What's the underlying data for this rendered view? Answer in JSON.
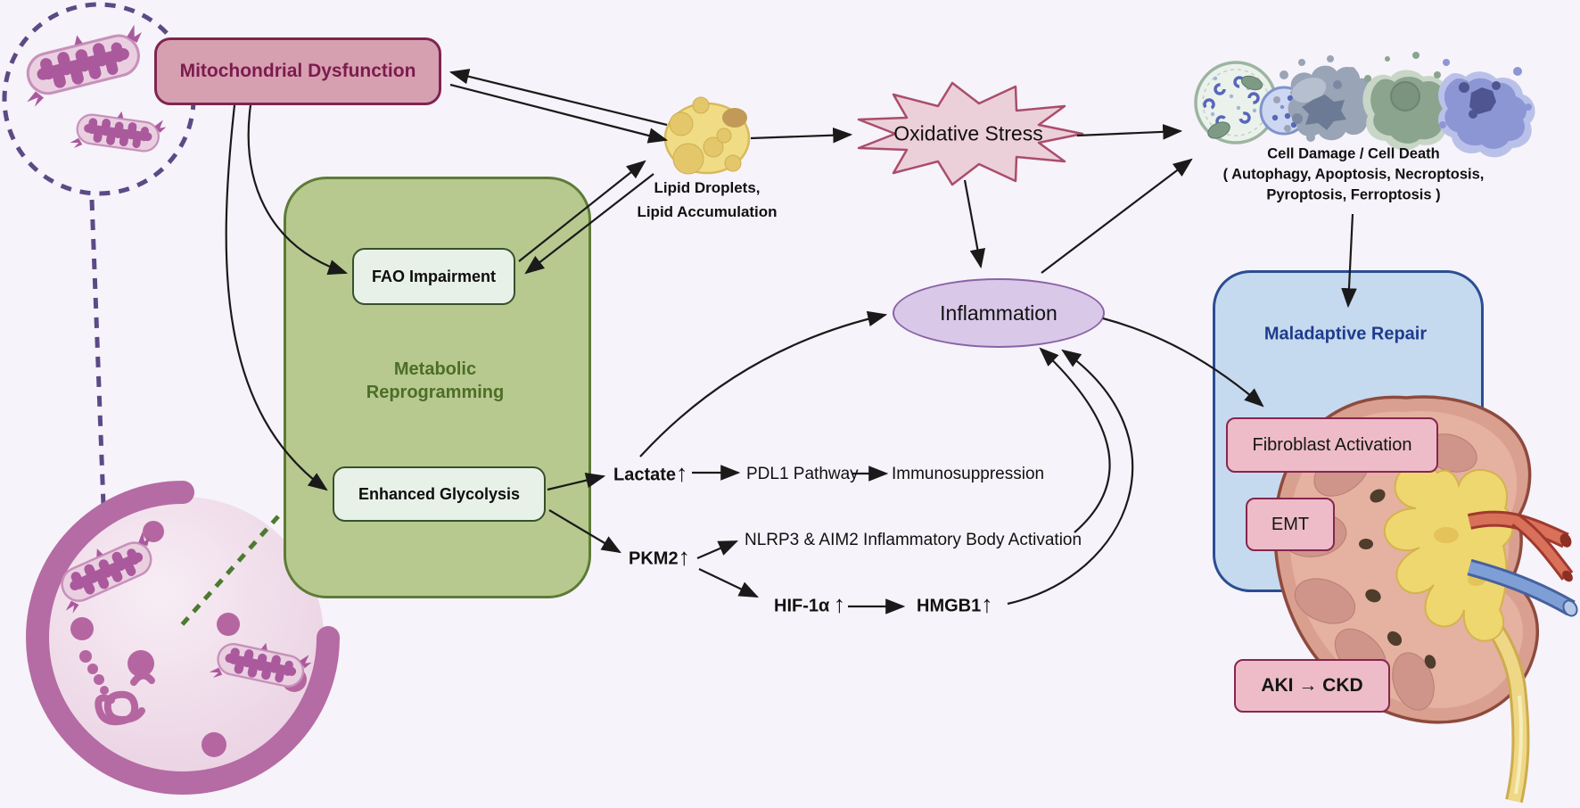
{
  "background": "#f6f3fa",
  "boxes": {
    "mitochondrial_dysfunction": "Mitochondrial Dysfunction",
    "fao_impairment": "FAO Impairment",
    "metabolic_reprogramming_line1": "Metabolic",
    "metabolic_reprogramming_line2": "Reprogramming",
    "enhanced_glycolysis": "Enhanced Glycolysis",
    "maladaptive_repair": "Maladaptive Repair",
    "fibroblast_activation": "Fibroblast Activation",
    "emt": "EMT",
    "aki_ckd": "AKI → CKD"
  },
  "nodes": {
    "lipid_line1": "Lipid Droplets,",
    "lipid_line2": "Lipid Accumulation",
    "oxidative_stress": "Oxidative Stress",
    "inflammation": "Inflammation",
    "cell_damage_line1": "Cell Damage / Cell Death",
    "cell_damage_line2": "( Autophagy, Apoptosis, Necroptosis,",
    "cell_damage_line3": "Pyroptosis, Ferroptosis )"
  },
  "pathway": {
    "lactate": "Lactate",
    "lactate_up": "↑",
    "pdl1": "PDL1 Pathway",
    "immunosuppression": "Immunosuppression",
    "pkm2": "PKM2",
    "pkm2_up": "↑",
    "nlrp3": "NLRP3 & AIM2 Inflammatory Body Activation",
    "hif1a": "HIF-1α",
    "hif1a_up": "↑",
    "hmgb1": "HMGB1",
    "hmgb1_up": "↑"
  },
  "icons": {
    "damaged_mitochondria": "mitochondria-icon",
    "injured_cell": "injured-cell-icon",
    "lipid_droplet_cell": "lipid-droplet-cell-icon",
    "autophagy_cell": "autophagy-cell-icon",
    "apoptosis_cell": "apoptosis-cell-icon",
    "necroptosis_cell": "necroptosis-cell-icon",
    "ferroptosis_cell": "ferroptosis-cell-icon",
    "kidney": "kidney-icon",
    "oxidative_burst": "burst-icon"
  },
  "colors": {
    "pink_box_fill": "#d7a0b1",
    "pink_box_border": "#7e2550",
    "pink_small_fill": "#edbcc8",
    "green_panel_fill": "#b7c98f",
    "green_panel_border": "#5d7b37",
    "green_text": "#4c6e27",
    "mint_box_fill": "#e7f1e8",
    "mint_box_border": "#36512b",
    "star_fill": "#ecd0d9",
    "star_border": "#aa4d6b",
    "lavender_fill": "#d9c8e8",
    "lavender_border": "#8a63a8",
    "blue_panel_fill": "#c6daef",
    "blue_panel_border": "#2b4d92",
    "blue_text": "#1e3c8c",
    "maroon_text": "#7c1b4e",
    "dashed_purple": "#5b4a85",
    "dashed_green": "#4c7a2e"
  }
}
